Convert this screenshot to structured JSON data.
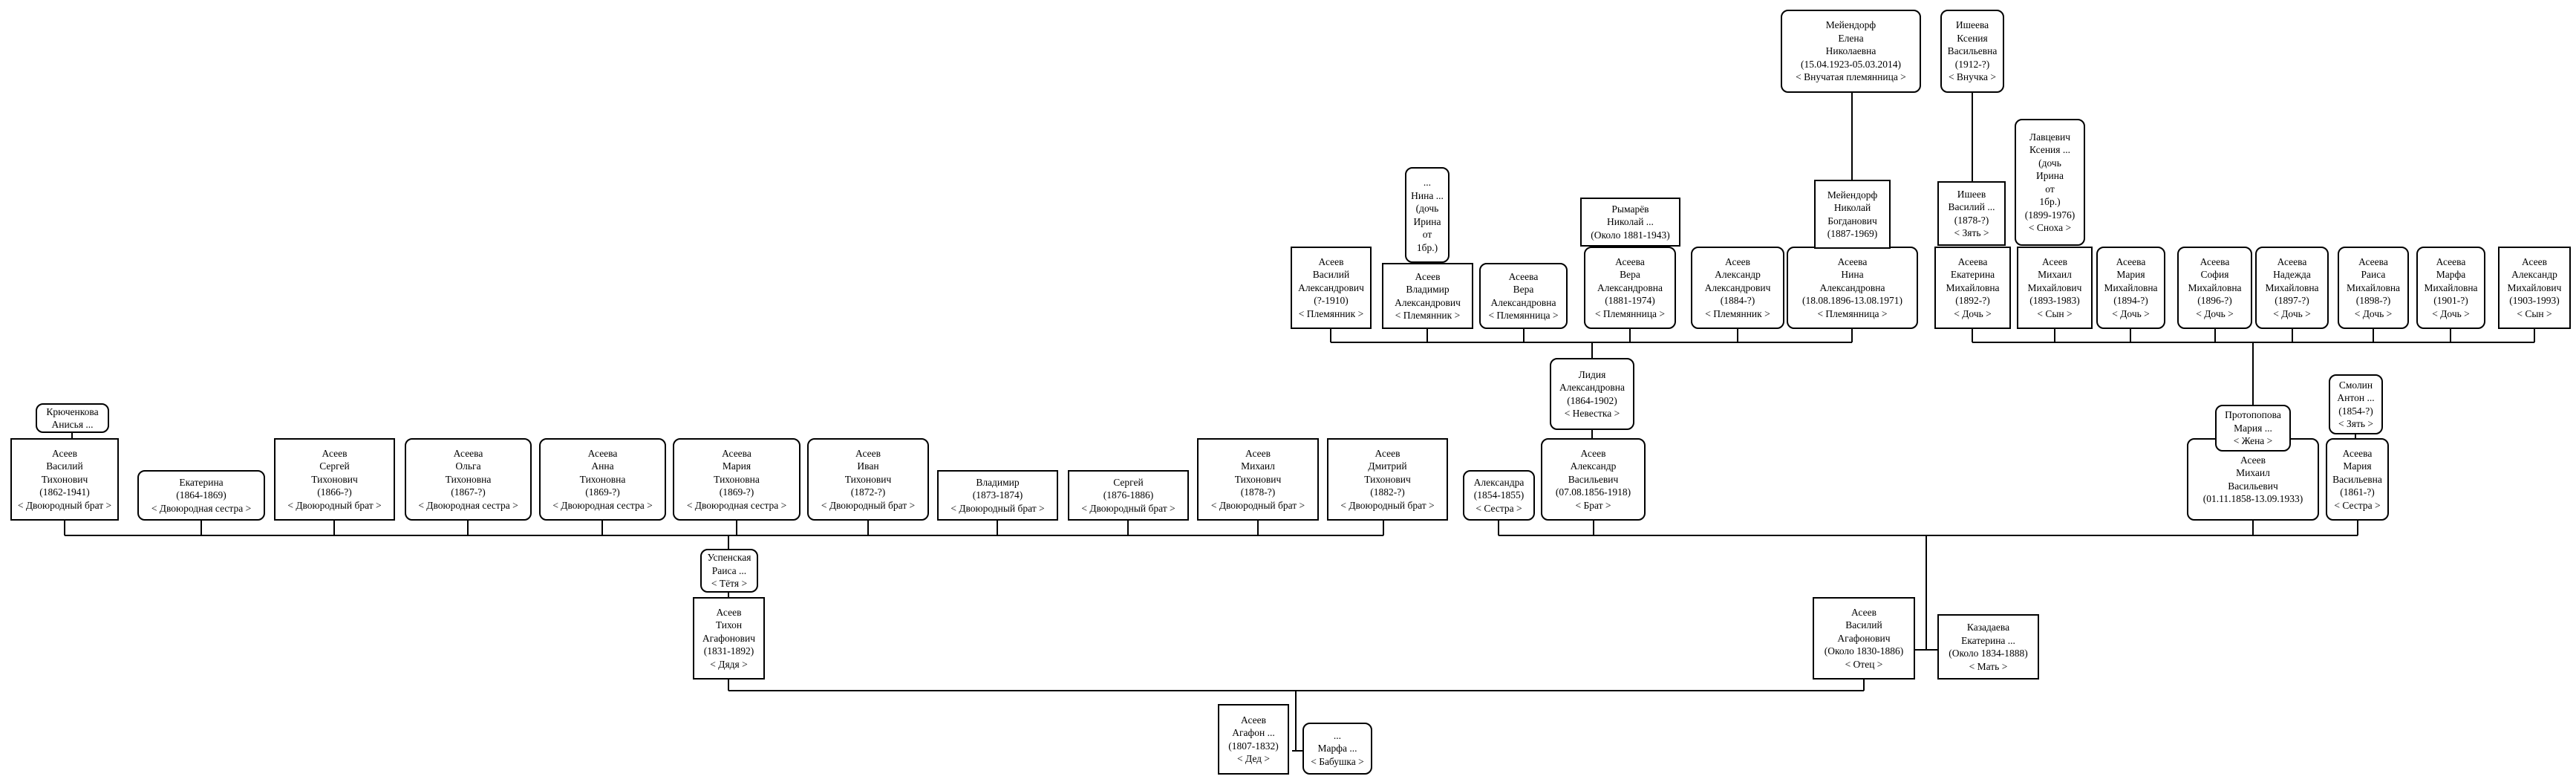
{
  "tree": {
    "persons": [
      {
        "id": "agafon",
        "lines": [
          "Асеев",
          "Агафон ...",
          "(1807-1832)",
          "< Дед >"
        ]
      },
      {
        "id": "marfa",
        "lines": [
          "...",
          "Марфа ...",
          "< Бабушка >"
        ]
      },
      {
        "id": "tikhon",
        "lines": [
          "Асеев",
          "Тихон",
          "Агафонович",
          "(1831-1892)",
          "< Дядя >"
        ]
      },
      {
        "id": "raisa_u",
        "lines": [
          "Успенская",
          "Раиса ...",
          "< Тётя >"
        ]
      },
      {
        "id": "vasily_father",
        "lines": [
          "Асеев",
          "Василий",
          "Агафонович",
          "(Около 1830-1886)",
          "< Отец >"
        ]
      },
      {
        "id": "kazadaeva",
        "lines": [
          "Казадаева",
          "Екатерина ...",
          "(Около 1834-1888)",
          "< Мать >"
        ]
      },
      {
        "id": "vasily_t",
        "lines": [
          "Асеев",
          "Василий",
          "Тихонович",
          "(1862-1941)",
          "< Двоюродный брат >"
        ]
      },
      {
        "id": "krichenkova",
        "lines": [
          "Крюченкова",
          "Анисья ..."
        ]
      },
      {
        "id": "ekaterina_t",
        "lines": [
          "Екатерина",
          "(1864-1869)",
          "< Двоюродная сестра >"
        ]
      },
      {
        "id": "sergey_t",
        "lines": [
          "Асеев",
          "Сергей",
          "Тихонович",
          "(1866-?)",
          "< Двоюродный брат >"
        ]
      },
      {
        "id": "olga_t",
        "lines": [
          "Асеева",
          "Ольга",
          "Тихоновна",
          "(1867-?)",
          "< Двоюродная сестра >"
        ]
      },
      {
        "id": "anna_t",
        "lines": [
          "Асеева",
          "Анна",
          "Тихоновна",
          "(1869-?)",
          "< Двоюродная сестра >"
        ]
      },
      {
        "id": "maria_t",
        "lines": [
          "Асеева",
          "Мария",
          "Тихоновна",
          "(1869-?)",
          "< Двоюродная сестра >"
        ]
      },
      {
        "id": "ivan_t",
        "lines": [
          "Асеев",
          "Иван",
          "Тихонович",
          "(1872-?)",
          "< Двоюродный брат >"
        ]
      },
      {
        "id": "vladimir_t",
        "lines": [
          "Владимир",
          "(1873-1874)",
          "< Двоюродный брат >"
        ]
      },
      {
        "id": "sergey2_t",
        "lines": [
          "Сергей",
          "(1876-1886)",
          "< Двоюродный брат >"
        ]
      },
      {
        "id": "mikhail_t",
        "lines": [
          "Асеев",
          "Михаил",
          "Тихонович",
          "(1878-?)",
          "< Двоюродный брат >"
        ]
      },
      {
        "id": "dmitry_t",
        "lines": [
          "Асеев",
          "Дмитрий",
          "Тихонович",
          "(1882-?)",
          "< Двоюродный брат >"
        ]
      },
      {
        "id": "aleksandra_v",
        "lines": [
          "Александра",
          "(1854-1855)",
          "< Сестра >"
        ]
      },
      {
        "id": "aleksandr_v",
        "lines": [
          "Асеев",
          "Александр",
          "Васильевич",
          "(07.08.1856-1918)",
          "< Брат >"
        ]
      },
      {
        "id": "lidia",
        "lines": [
          "Лидия",
          "Александровна",
          "(1864-1902)",
          "< Невестка >"
        ]
      },
      {
        "id": "mikhail_v",
        "lines": [
          "Асеев",
          "Михаил",
          "Васильевич",
          "(01.11.1858-13.09.1933)"
        ]
      },
      {
        "id": "protopopova",
        "lines": [
          "Протопопова",
          "Мария ...",
          "< Жена >"
        ]
      },
      {
        "id": "maria_v",
        "lines": [
          "Асеева",
          "Мария",
          "Васильевна",
          "(1861-?)",
          "< Сестра >"
        ]
      },
      {
        "id": "smolin",
        "lines": [
          "Смолин",
          "Антон ...",
          "(1854-?)",
          "< Зять >"
        ]
      },
      {
        "id": "vasily_a",
        "lines": [
          "Асеев",
          "Василий",
          "Александрович",
          "(?-1910)",
          "< Племянник >"
        ]
      },
      {
        "id": "vladimir_a",
        "lines": [
          "Асеев",
          "Владимир",
          "Александрович",
          "< Племянник >"
        ]
      },
      {
        "id": "nina_wife",
        "lines": [
          "...",
          "Нина ...",
          "(дочь",
          "Ирина",
          "от",
          "1бр.)"
        ]
      },
      {
        "id": "vera_a1",
        "lines": [
          "Асеева",
          "Вера",
          "Александровна",
          "< Племянница >"
        ]
      },
      {
        "id": "vera_a2",
        "lines": [
          "Асеева",
          "Вера",
          "Александровна",
          "(1881-1974)",
          "< Племянница >"
        ]
      },
      {
        "id": "rymarev",
        "lines": [
          "Рымарёв",
          "Николай ...",
          "(Около 1881-1943)"
        ]
      },
      {
        "id": "aleksandr_a",
        "lines": [
          "Асеев",
          "Александр",
          "Александрович",
          "(1884-?)",
          "< Племянник >"
        ]
      },
      {
        "id": "nina_a",
        "lines": [
          "Асеева",
          "Нина",
          "Александровна",
          "(18.08.1896-13.08.1971)",
          "< Племянница >"
        ]
      },
      {
        "id": "meyendorf_n",
        "lines": [
          "Мейендорф",
          "Николай",
          "Богданович",
          "(1887-1969)"
        ]
      },
      {
        "id": "meyendorf_e",
        "lines": [
          "Мейендорф",
          "Елена",
          "Николаевна",
          "(15.04.1923-05.03.2014)",
          "< Внучатая племянница >"
        ]
      },
      {
        "id": "ekaterina_m",
        "lines": [
          "Асеева",
          "Екатерина",
          "Михайловна",
          "(1892-?)",
          "< Дочь >"
        ]
      },
      {
        "id": "isheev",
        "lines": [
          "Ишеев",
          "Василий ...",
          "(1878-?)",
          "< Зять >"
        ]
      },
      {
        "id": "isheeva",
        "lines": [
          "Ишеева",
          "Ксения",
          "Васильевна",
          "(1912-?)",
          "< Внучка >"
        ]
      },
      {
        "id": "mikhail_m",
        "lines": [
          "Асеев",
          "Михаил",
          "Михайлович",
          "(1893-1983)",
          "< Сын >"
        ]
      },
      {
        "id": "lavtsevich",
        "lines": [
          "Лавцевич",
          "Ксения ...",
          "(дочь",
          "Ирина",
          "от",
          "1бр.)",
          "(1899-1976)",
          "< Сноха >"
        ]
      },
      {
        "id": "maria_m",
        "lines": [
          "Асеева",
          "Мария",
          "Михайловна",
          "(1894-?)",
          "< Дочь >"
        ]
      },
      {
        "id": "sofia_m",
        "lines": [
          "Асеева",
          "София",
          "Михайловна",
          "(1896-?)",
          "< Дочь >"
        ]
      },
      {
        "id": "nadezhda_m",
        "lines": [
          "Асеева",
          "Надежда",
          "Михайловна",
          "(1897-?)",
          "< Дочь >"
        ]
      },
      {
        "id": "raisa_m",
        "lines": [
          "Асеева",
          "Раиса",
          "Михайловна",
          "(1898-?)",
          "< Дочь >"
        ]
      },
      {
        "id": "marfa_m",
        "lines": [
          "Асеева",
          "Марфа",
          "Михайловна",
          "(1901-?)",
          "< Дочь >"
        ]
      },
      {
        "id": "aleksandr_m",
        "lines": [
          "Асеев",
          "Александр",
          "Михайлович",
          "(1903-1993)",
          "< Сын >"
        ]
      }
    ]
  }
}
